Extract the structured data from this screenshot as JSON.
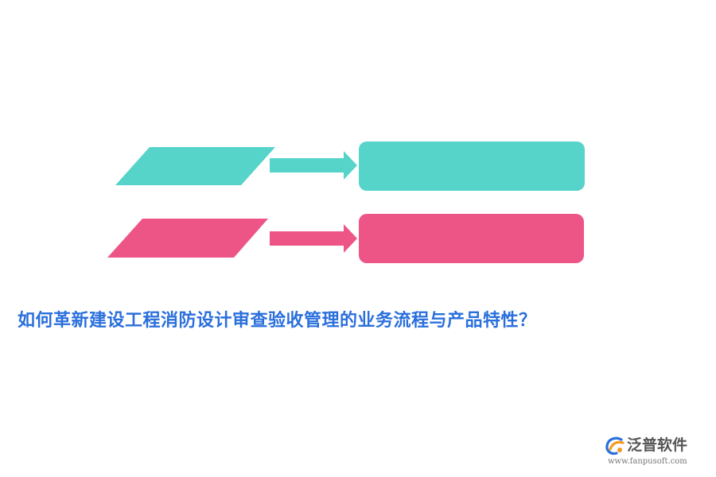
{
  "title": "如何革新建设工程消防设计审查验收管理的业务流程与产品特性？",
  "colors": {
    "teal": "#56D4C9",
    "pink": "#EE5587",
    "title": "#2A6FDC",
    "logo_blue": "#2A6FDC",
    "logo_orange": "#F39A1E"
  },
  "diagram": {
    "rows": [
      {
        "input_shape": "parallelogram",
        "connector": "arrow-right",
        "output_shape": "rounded-rectangle",
        "color": "teal"
      },
      {
        "input_shape": "parallelogram",
        "connector": "arrow-right",
        "output_shape": "rounded-rectangle",
        "color": "pink"
      }
    ]
  },
  "logo": {
    "name": "泛普软件",
    "url": "www.fanpusoft.com",
    "icon": "fanpu-logo-icon"
  }
}
